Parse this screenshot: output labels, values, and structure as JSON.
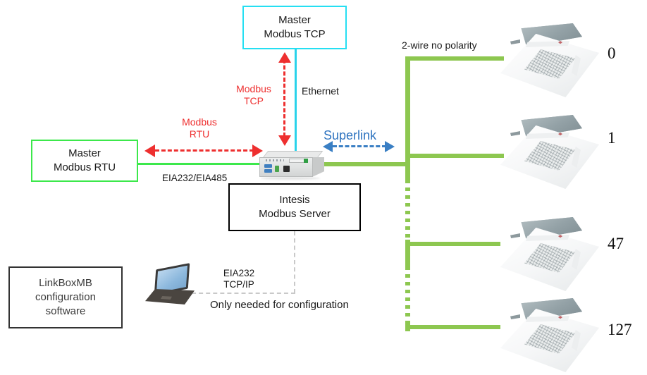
{
  "diagram": {
    "title": "Intesis Modbus Server Superlink integration diagram",
    "colors": {
      "tcp_box_border": "#25dff2",
      "rtu_box_border": "#3ce84b",
      "modbus_red": "#ee2f2f",
      "superlink_blue": "#3a7fc4",
      "bus_green": "#8dc750",
      "ethernet_cyan": "#29d3ea",
      "config_gray": "#c9c9c9",
      "box_black": "#000000"
    }
  },
  "boxes": {
    "master_tcp": {
      "line1": "Master",
      "line2": "Modbus TCP"
    },
    "master_rtu": {
      "line1": "Master",
      "line2": "Modbus RTU"
    },
    "intesis": {
      "line1": "Intesis",
      "line2": "Modbus Server"
    },
    "linkbox": {
      "line1": "LinkBoxMB",
      "line2": "configuration",
      "line3": "software"
    }
  },
  "labels": {
    "modbus_tcp_line1": "Modbus",
    "modbus_tcp_line2": "TCP",
    "modbus_rtu_line1": "Modbus",
    "modbus_rtu_line2": "RTU",
    "ethernet": "Ethernet",
    "superlink": "Superlink",
    "eia_serial": "EIA232/EIA485",
    "two_wire": "2-wire no polarity",
    "config_link_line1": "EIA232",
    "config_link_line2": "TCP/IP",
    "only_needed": "Only needed for configuration"
  },
  "units": [
    {
      "name": "indoor-unit-0",
      "address": "0"
    },
    {
      "name": "indoor-unit-1",
      "address": "1"
    },
    {
      "name": "indoor-unit-47",
      "address": "47"
    },
    {
      "name": "indoor-unit-127",
      "address": "127"
    }
  ]
}
